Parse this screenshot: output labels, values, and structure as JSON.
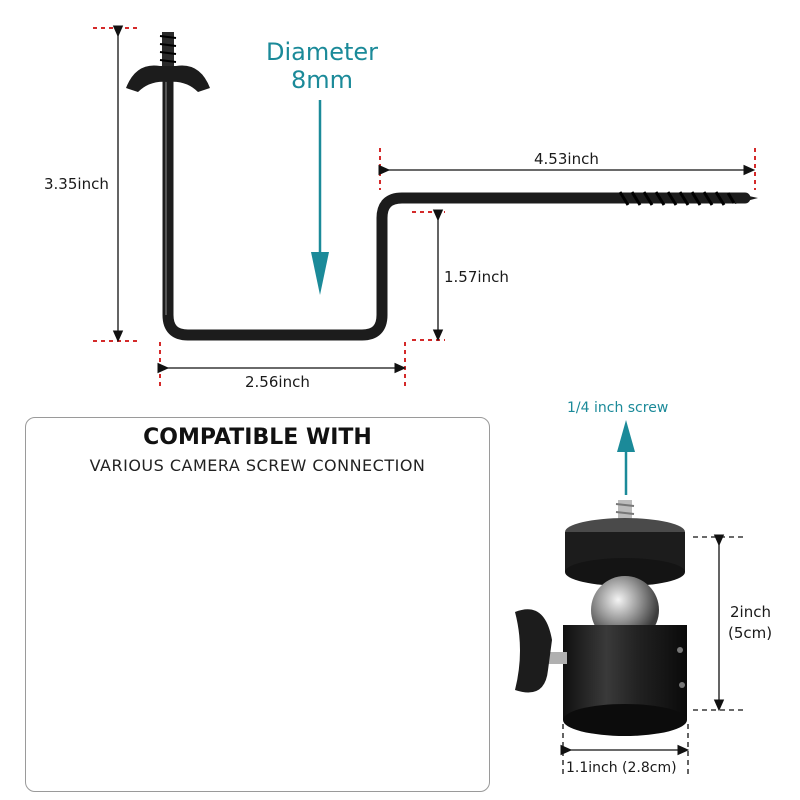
{
  "hook": {
    "diameter_label": "Diameter",
    "diameter_value": "8mm",
    "height_label": "3.35inch",
    "screw_length_label": "4.53inch",
    "offset_height_label": "1.57inch",
    "width_label": "2.56inch"
  },
  "compatible": {
    "title": "COMPATIBLE WITH",
    "subtitle": "VARIOUS CAMERA SCREW CONNECTION"
  },
  "ballhead": {
    "screw_label": "1/4 inch screw",
    "height_label": "2inch",
    "height_metric": "(5cm)",
    "width_label": "1.1inch (2.8cm)"
  },
  "colors": {
    "accent": "#1b8a99",
    "dim_red": "#d42a2a",
    "metal_black": "#1c1c1c"
  }
}
